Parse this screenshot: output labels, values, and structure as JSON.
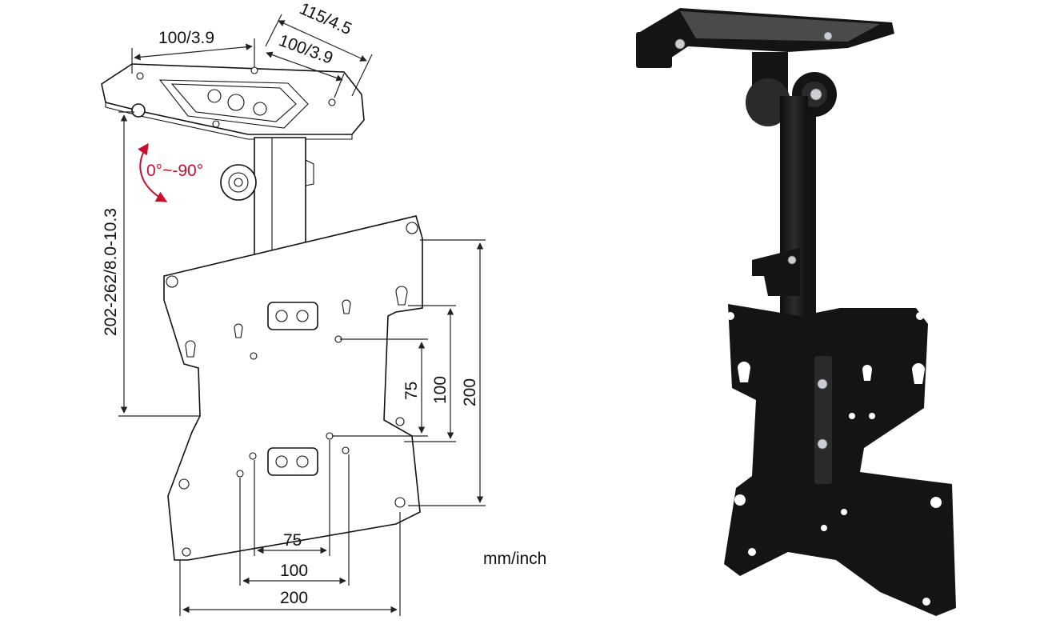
{
  "diagram": {
    "top_plate_width_label": "100/3.9",
    "top_plate_depth_outer_label": "115/4.5",
    "top_plate_depth_inner_label": "100/3.9",
    "height_range_label": "202-262/8.0-10.3",
    "tilt_label": "0°~-90°",
    "vesa_vertical_labels": [
      "75",
      "100",
      "200"
    ],
    "vesa_horizontal_labels": [
      "75",
      "100",
      "200"
    ],
    "units_label": "mm/inch"
  },
  "colors": {
    "tilt_arrow": "#c8102e",
    "line": "#111111",
    "mount_black": "#141414"
  }
}
